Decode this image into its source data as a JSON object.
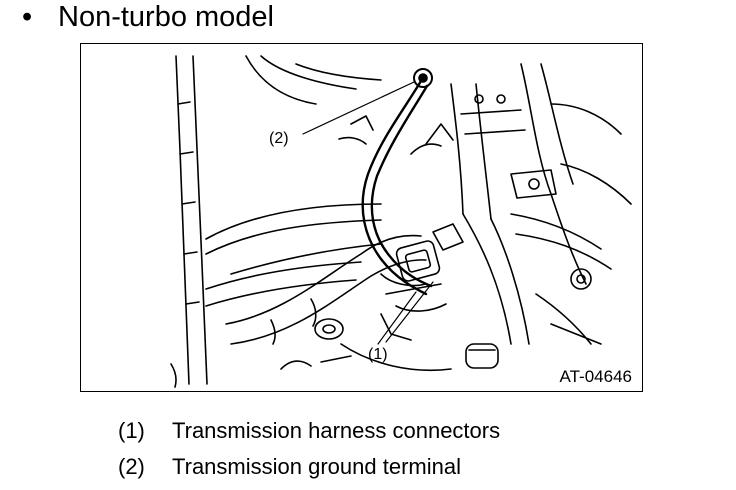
{
  "heading": {
    "bullet": "•",
    "text": "Non-turbo model"
  },
  "figure": {
    "id": "AT-04646",
    "callouts": [
      {
        "key": "c2",
        "text": "(2)"
      },
      {
        "key": "c1",
        "text": "(1)"
      }
    ]
  },
  "legend": [
    {
      "num": "(1)",
      "text": "Transmission harness connectors"
    },
    {
      "num": "(2)",
      "text": "Transmission ground terminal"
    }
  ]
}
